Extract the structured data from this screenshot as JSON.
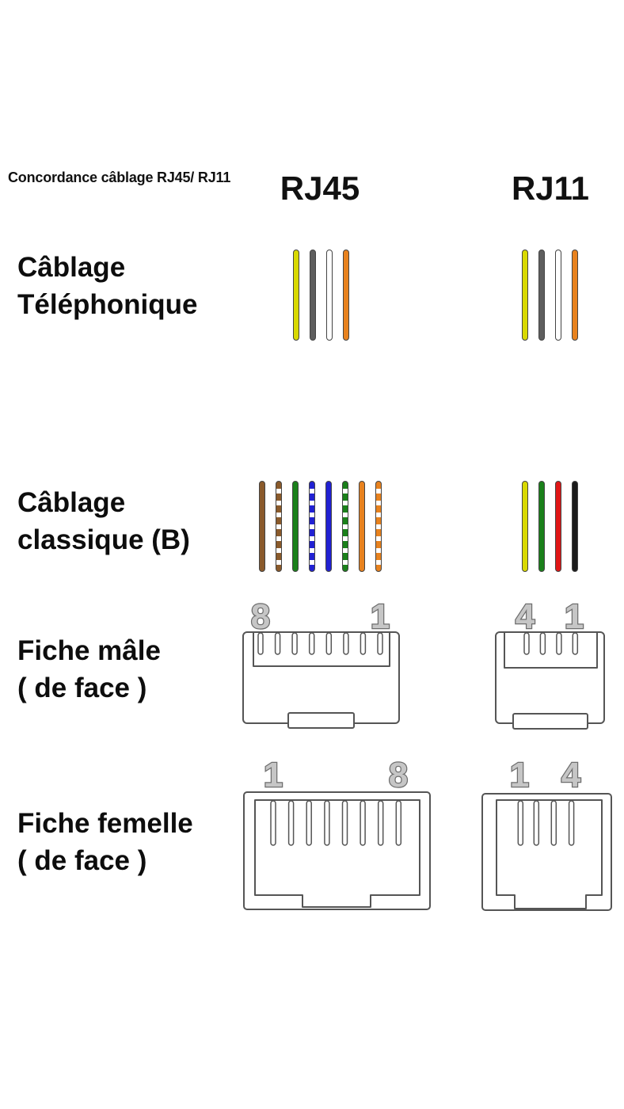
{
  "page": {
    "title": "Concordance câblage RJ45/ RJ11",
    "col_rj45": "RJ45",
    "col_rj11": "RJ11"
  },
  "palette": {
    "yellow": "#d9d900",
    "gray": "#5e5e5e",
    "white": "#ffffff",
    "orange": "#e8821e",
    "brown": "#8a5a2b",
    "green": "#1a801a",
    "blue": "#2121d2",
    "red": "#e01616",
    "black": "#1a1a1a",
    "outline": "#444444",
    "connector_line": "#555555",
    "digit_fill": "#c6c6c6",
    "digit_stroke": "#6e6e6e"
  },
  "rows": {
    "telephone": {
      "label_line1": "Câblage",
      "label_line2": "Téléphonique",
      "rj45_wires": [
        "yellow",
        "gray",
        "white",
        "orange"
      ],
      "rj11_wires": [
        "yellow",
        "gray",
        "white",
        "orange"
      ]
    },
    "classic": {
      "label_line1": "Câblage",
      "label_line2": "classique (B)",
      "rj45_wires": [
        "brown",
        "white-brown",
        "green",
        "white-blue",
        "blue",
        "white-green",
        "orange",
        "white-orange"
      ],
      "rj11_wires": [
        "yellow",
        "green",
        "red",
        "black"
      ]
    },
    "male": {
      "label_line1": "Fiche mâle",
      "label_line2": "( de face )",
      "rj45_pin_left": "8",
      "rj45_pin_right": "1",
      "rj45_pin_count": 8,
      "rj11_pin_left": "4",
      "rj11_pin_right": "1",
      "rj11_pin_count": 4
    },
    "female": {
      "label_line1": "Fiche femelle",
      "label_line2": "( de face )",
      "rj45_pin_left": "1",
      "rj45_pin_right": "8",
      "rj45_pin_count": 8,
      "rj11_pin_left": "1",
      "rj11_pin_right": "4",
      "rj11_pin_count": 4
    }
  }
}
